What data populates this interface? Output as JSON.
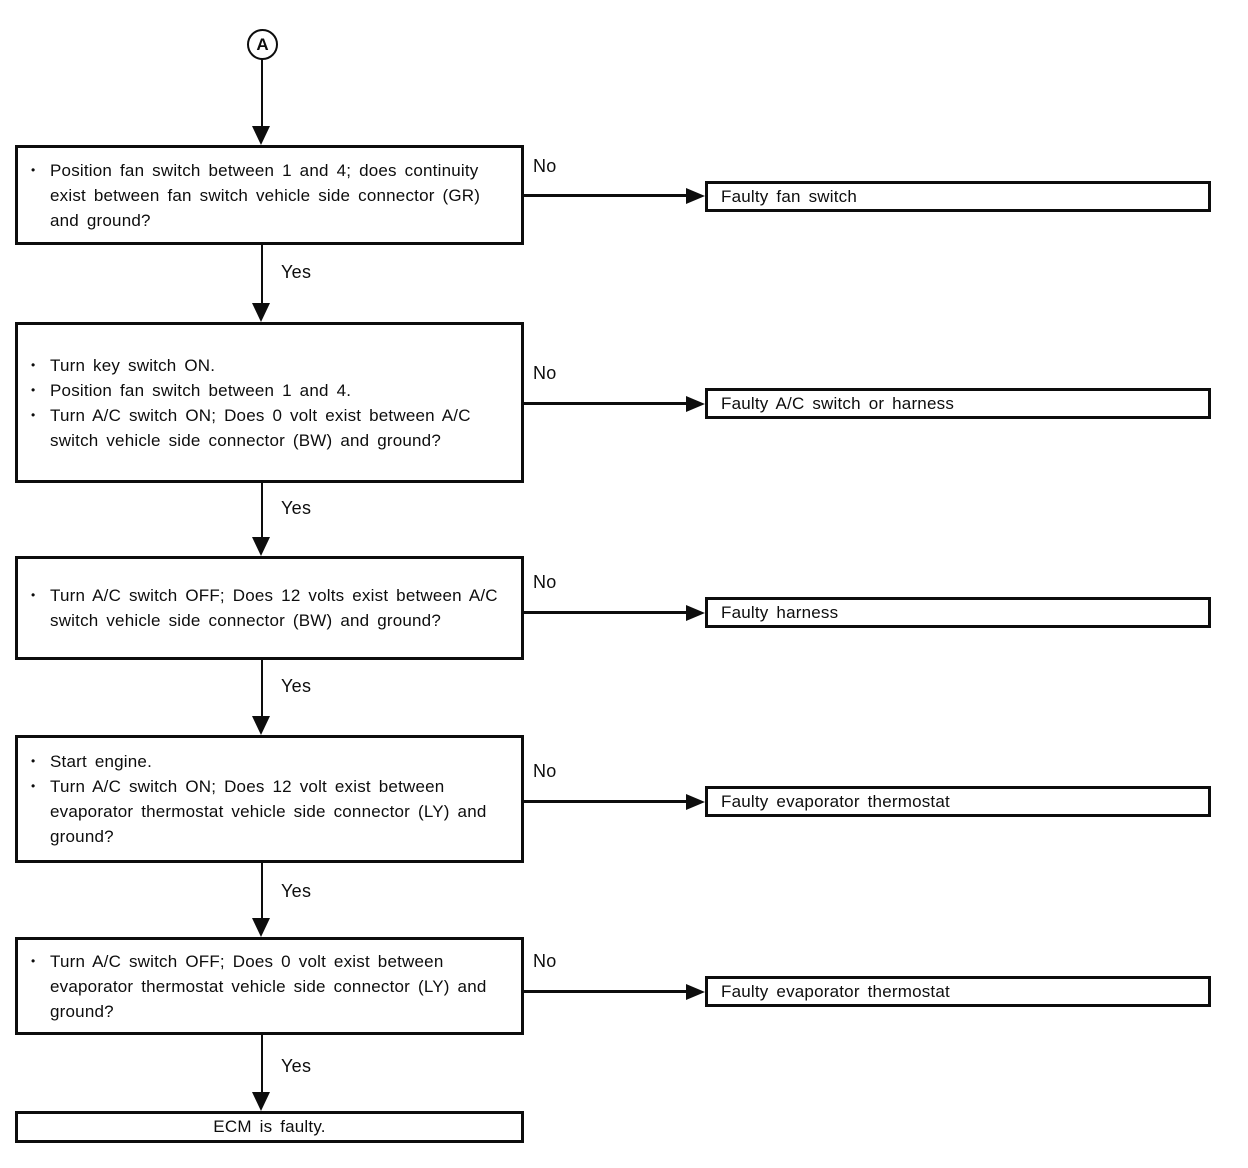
{
  "diagram": {
    "entry_connector": "A",
    "bullet": "•",
    "labels": {
      "yes": "Yes",
      "no": "No"
    },
    "colors": {
      "line": "#0d0d0d",
      "background": "#ffffff"
    },
    "steps": [
      {
        "question_bullets": [
          "Position fan switch between 1 and 4; does continuity exist between fan switch vehicle side connector (GR) and ground?"
        ],
        "no_result": "Faulty fan switch"
      },
      {
        "question_bullets": [
          "Turn key switch ON.",
          "Position fan switch between 1 and 4.",
          "Turn A/C switch ON; Does 0 volt exist between A/C switch vehicle side connector (BW) and ground?"
        ],
        "no_result": "Faulty A/C switch or harness"
      },
      {
        "question_bullets": [
          "Turn A/C switch OFF; Does 12 volts exist between A/C switch vehicle side connector (BW) and ground?"
        ],
        "no_result": "Faulty harness"
      },
      {
        "question_bullets": [
          "Start engine.",
          "Turn A/C switch ON; Does 12 volt exist between evaporator thermostat vehicle side connector (LY) and ground?"
        ],
        "no_result": "Faulty evaporator thermostat"
      },
      {
        "question_bullets": [
          "Turn A/C switch OFF; Does 0 volt exist between evaporator thermostat vehicle side connector (LY) and ground?"
        ],
        "no_result": "Faulty evaporator thermostat"
      }
    ],
    "final_result": "ECM is faulty."
  }
}
